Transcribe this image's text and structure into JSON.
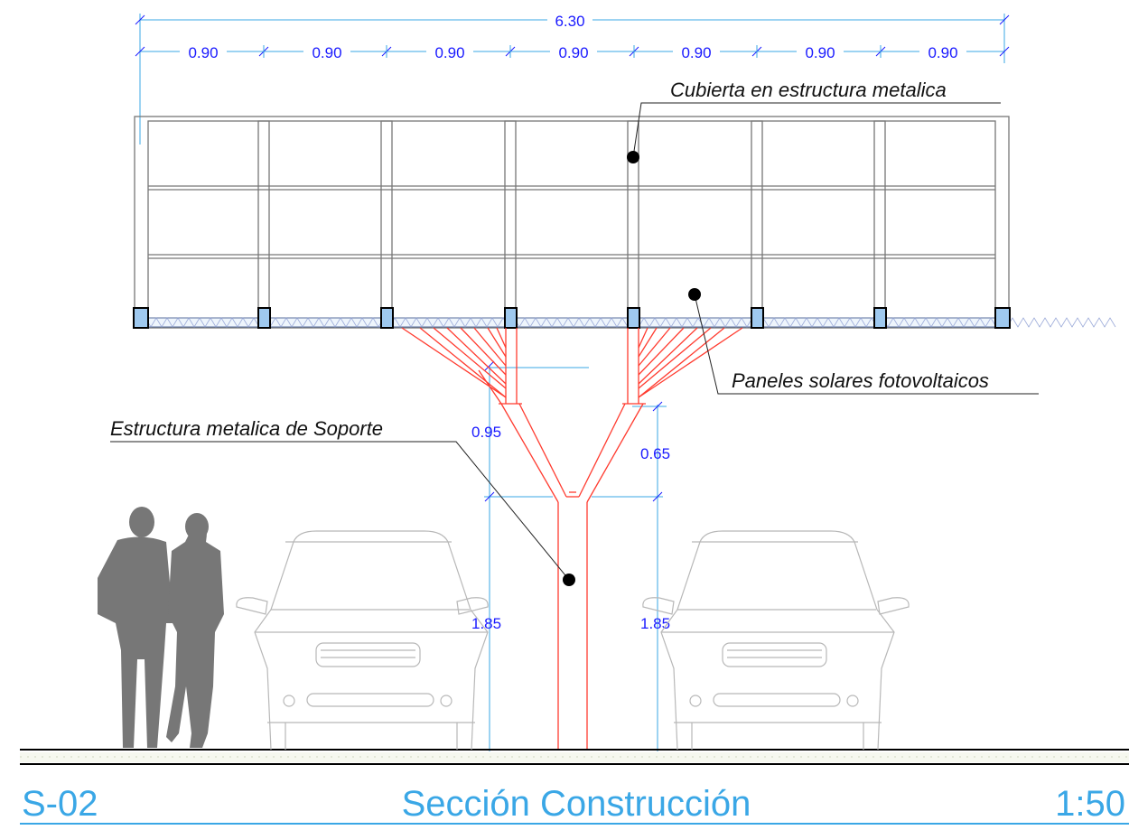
{
  "dimensions": {
    "total": "6.30",
    "modules": [
      "0.90",
      "0.90",
      "0.90",
      "0.90",
      "0.90",
      "0.90",
      "0.90"
    ],
    "upper_left": "0.95",
    "upper_right": "0.65",
    "lower_left": "1.85",
    "lower_right": "1.85"
  },
  "labels": {
    "roof": "Cubierta en estructura metalica",
    "panels": "Paneles solares fotovoltaicos",
    "support": "Estructura metalica de Soporte"
  },
  "title_block": {
    "code": "S-02",
    "title": "Sección Construcción",
    "scale": "1:50"
  },
  "colors": {
    "dimension": "#1a1aff",
    "dimension_line": "#3aa7e6",
    "structure": "#ff3b2f",
    "frame": "#777777",
    "panel_fill": "#9fc9ef",
    "title": "#3aa7e6",
    "figures": "#777777",
    "vehicles": "#b8b8b8"
  }
}
